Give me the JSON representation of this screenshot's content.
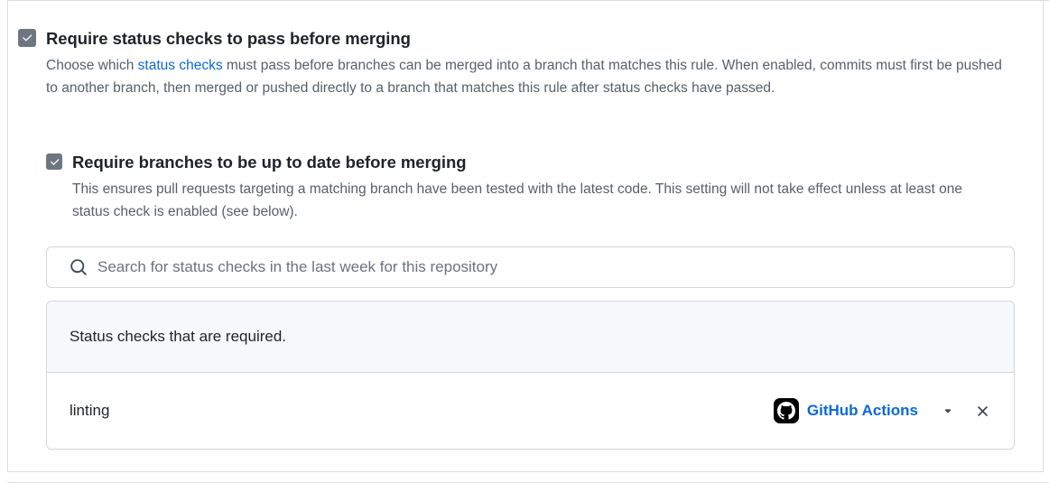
{
  "settings": {
    "status_checks_rule": {
      "checkbox_icon": "checkmark-icon",
      "checked": true,
      "title": "Require status checks to pass before merging",
      "description_part1": "Choose which ",
      "description_link": "status checks",
      "description_part2": " must pass before branches can be merged into a branch that matches this rule. When enabled, commits must first be pushed to another branch, then merged or pushed directly to a branch that matches this rule after status checks have passed."
    },
    "branches_up_to_date_rule": {
      "checkbox_icon": "checkmark-icon",
      "checked": true,
      "title": "Require branches to be up to date before merging",
      "description": "This ensures pull requests targeting a matching branch have been tested with the latest code. This setting will not take effect unless at least one status check is enabled (see below)."
    }
  },
  "search": {
    "icon": "search-icon",
    "placeholder": "Search for status checks in the last week for this repository",
    "value": ""
  },
  "required_checks_panel": {
    "header_text": "Status checks that are required.",
    "rows": [
      {
        "name": "linting",
        "app_icon": "github-octocat-icon",
        "app_label": "GitHub Actions",
        "caret_icon": "chevron-down-icon",
        "remove_icon": "close-icon"
      }
    ]
  },
  "colors": {
    "link": "#0969da",
    "checkbox_fill": "#6e7781",
    "border": "#d0d7de",
    "header_bg": "#f6f8fa",
    "text_primary": "#1f2328",
    "text_muted": "#57606a"
  }
}
